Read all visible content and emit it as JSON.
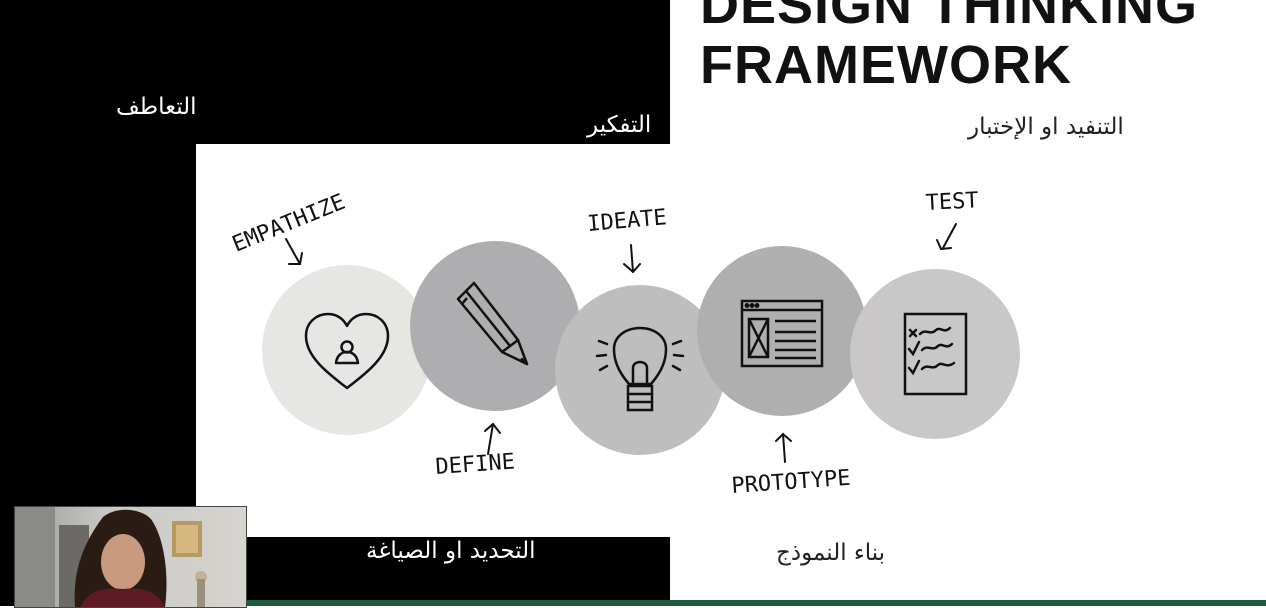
{
  "slide": {
    "title_line1": "DESIGN THINKING",
    "title_line2": "FRAMEWORK"
  },
  "arabic_labels": {
    "empathize": "التعاطف",
    "ideate": "التفكير",
    "test": "التنفيد او الإختبار",
    "define": "التحديد او الصياغة",
    "prototype": "بناء النموذج"
  },
  "diagram": {
    "stages": [
      {
        "label": "EMPATHIZE",
        "icon": "heart-person-icon",
        "color": "#e3e3e0"
      },
      {
        "label": "DEFINE",
        "icon": "pencil-icon",
        "color": "#a3a3a6"
      },
      {
        "label": "IDEATE",
        "icon": "lightbulb-icon",
        "color": "#b6b6b6"
      },
      {
        "label": "PROTOTYPE",
        "icon": "browser-wireframe-icon",
        "color": "#a5a5a5"
      },
      {
        "label": "TEST",
        "icon": "checklist-icon",
        "color": "#c2c0c0"
      }
    ]
  },
  "colors": {
    "footer_accent": "#1f5a3e"
  }
}
